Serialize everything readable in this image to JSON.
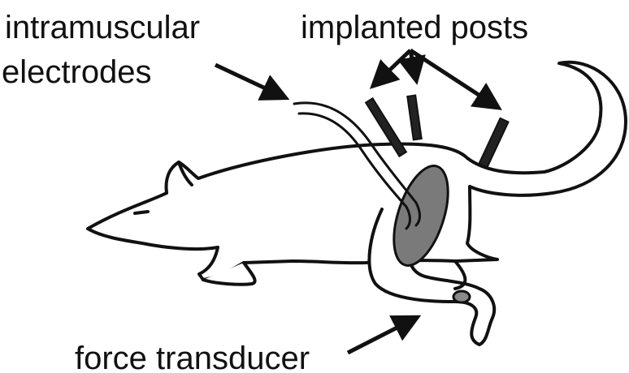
{
  "labels": {
    "intramuscular_line1": "intramuscular",
    "intramuscular_line2": "electrodes",
    "implanted_posts": "implanted posts",
    "force_transducer": "force transducer"
  },
  "colors": {
    "outline": "#111111",
    "muscle_fill": "#7a7a7a",
    "post_fill": "#222222",
    "background": "#ffffff"
  }
}
